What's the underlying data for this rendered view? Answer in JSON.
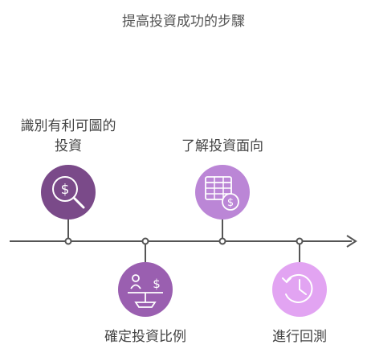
{
  "title": "提高投資成功的步驟",
  "steps": [
    {
      "label_line1": "識別有利可圖的",
      "label_line2": "投資",
      "icon": "magnifier-dollar-icon",
      "color": "#7a4a89"
    },
    {
      "label": "確定投資比例",
      "icon": "scale-person-dollar-icon",
      "color": "#9a5fb0"
    },
    {
      "label": "了解投資面向",
      "icon": "spreadsheet-coin-icon",
      "color": "#bb86d6"
    },
    {
      "label": "進行回測",
      "icon": "clock-refresh-icon",
      "color": "#e2a4f2"
    }
  ]
}
